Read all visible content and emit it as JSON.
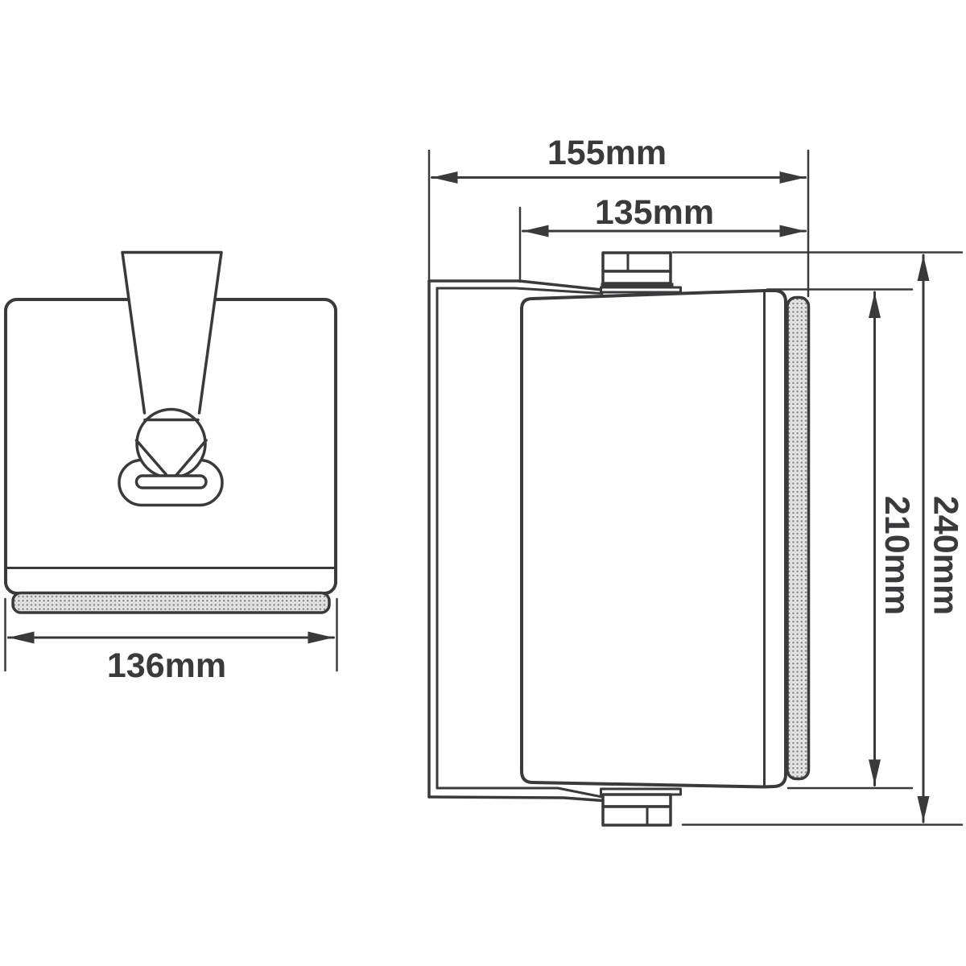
{
  "dimensions": {
    "front_width": "136mm",
    "overall_depth": "155mm",
    "body_depth": "135mm",
    "grille_height": "210mm",
    "overall_height": "240mm"
  },
  "colors": {
    "line": "#3a3a3c",
    "grille_fill": "#e7e7e7",
    "grille_dot": "#8f8f8f",
    "background": "#ffffff"
  }
}
